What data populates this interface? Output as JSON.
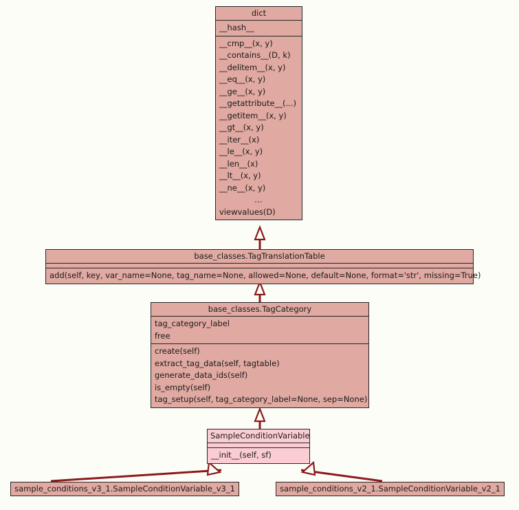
{
  "diagram": {
    "type": "uml-class-diagram",
    "background_color": "#fdfdf8",
    "class_fill_color": "#e0a9a1",
    "current_class_fill_color": "#fbcdd2",
    "border_color": "#262626",
    "edge_color": "#8b1a1a",
    "relationship": "inheritance"
  },
  "classes": {
    "dict": {
      "name": "dict",
      "attributes": [
        "__hash__"
      ],
      "methods": [
        "__cmp__(x, y)",
        "__contains__(D, k)",
        "__delitem__(x, y)",
        "__eq__(x, y)",
        "__ge__(x, y)",
        "__getattribute__(...)",
        "__getitem__(x, y)",
        "__gt__(x, y)",
        "__iter__(x)",
        "__le__(x, y)",
        "__len__(x)",
        "__lt__(x, y)",
        "__ne__(x, y)",
        "…",
        "viewvalues(D)"
      ]
    },
    "tag_translation_table": {
      "name": "base_classes.TagTranslationTable",
      "attributes": [],
      "methods": [
        "add(self, key, var_name=None, tag_name=None, allowed=None, default=None, format='str', missing=True)"
      ]
    },
    "tag_category": {
      "name": "base_classes.TagCategory",
      "attributes": [
        "tag_category_label",
        "free"
      ],
      "methods": [
        "create(self)",
        "extract_tag_data(self, tagtable)",
        "generate_data_ids(self)",
        "is_empty(self)",
        "tag_setup(self, tag_category_label=None, sep=None)"
      ]
    },
    "sample_condition_variable": {
      "name": "SampleConditionVariable",
      "attributes": [],
      "methods": [
        "__init__(self, sf)"
      ]
    },
    "sample_condition_variable_v3_1": {
      "name": "sample_conditions_v3_1.SampleConditionVariable_v3_1",
      "attributes": [],
      "methods": []
    },
    "sample_condition_variable_v2_1": {
      "name": "sample_conditions_v2_1.SampleConditionVariable_v2_1",
      "attributes": [],
      "methods": []
    }
  }
}
